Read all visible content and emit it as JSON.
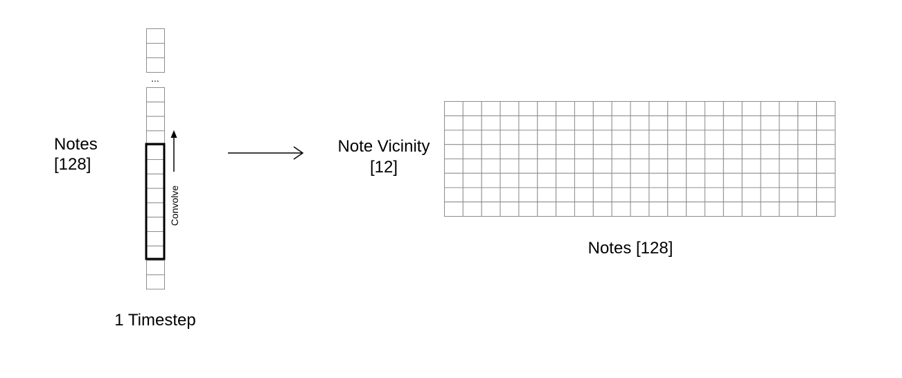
{
  "left_column": {
    "label_line1": "Notes",
    "label_line2": "[128]",
    "ellipsis": "...",
    "timestep_label": "1 Timestep",
    "convolve_label": "Convolve"
  },
  "right_grid": {
    "label_line1": "Note Vicinity",
    "label_line2": "[12]",
    "x_label": "Notes [128]"
  },
  "colors": {
    "grid_line": "#8c8c8c",
    "highlight_border": "#000000",
    "arrow": "#000000"
  }
}
